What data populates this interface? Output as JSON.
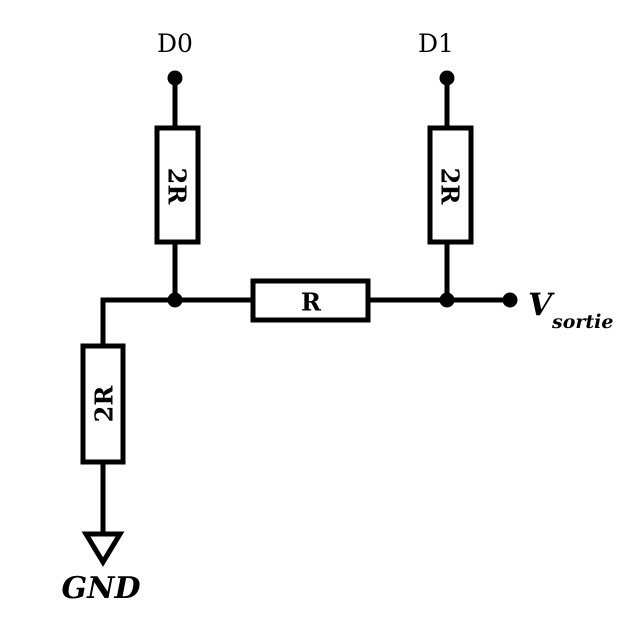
{
  "inputs": {
    "d0": "D0",
    "d1": "D1"
  },
  "resistors": {
    "top_left": "2R",
    "top_right": "2R",
    "middle": "R",
    "bottom_left": "2R"
  },
  "output": {
    "symbol": "V",
    "subscript": "sortie"
  },
  "ground": {
    "label": "GND"
  }
}
